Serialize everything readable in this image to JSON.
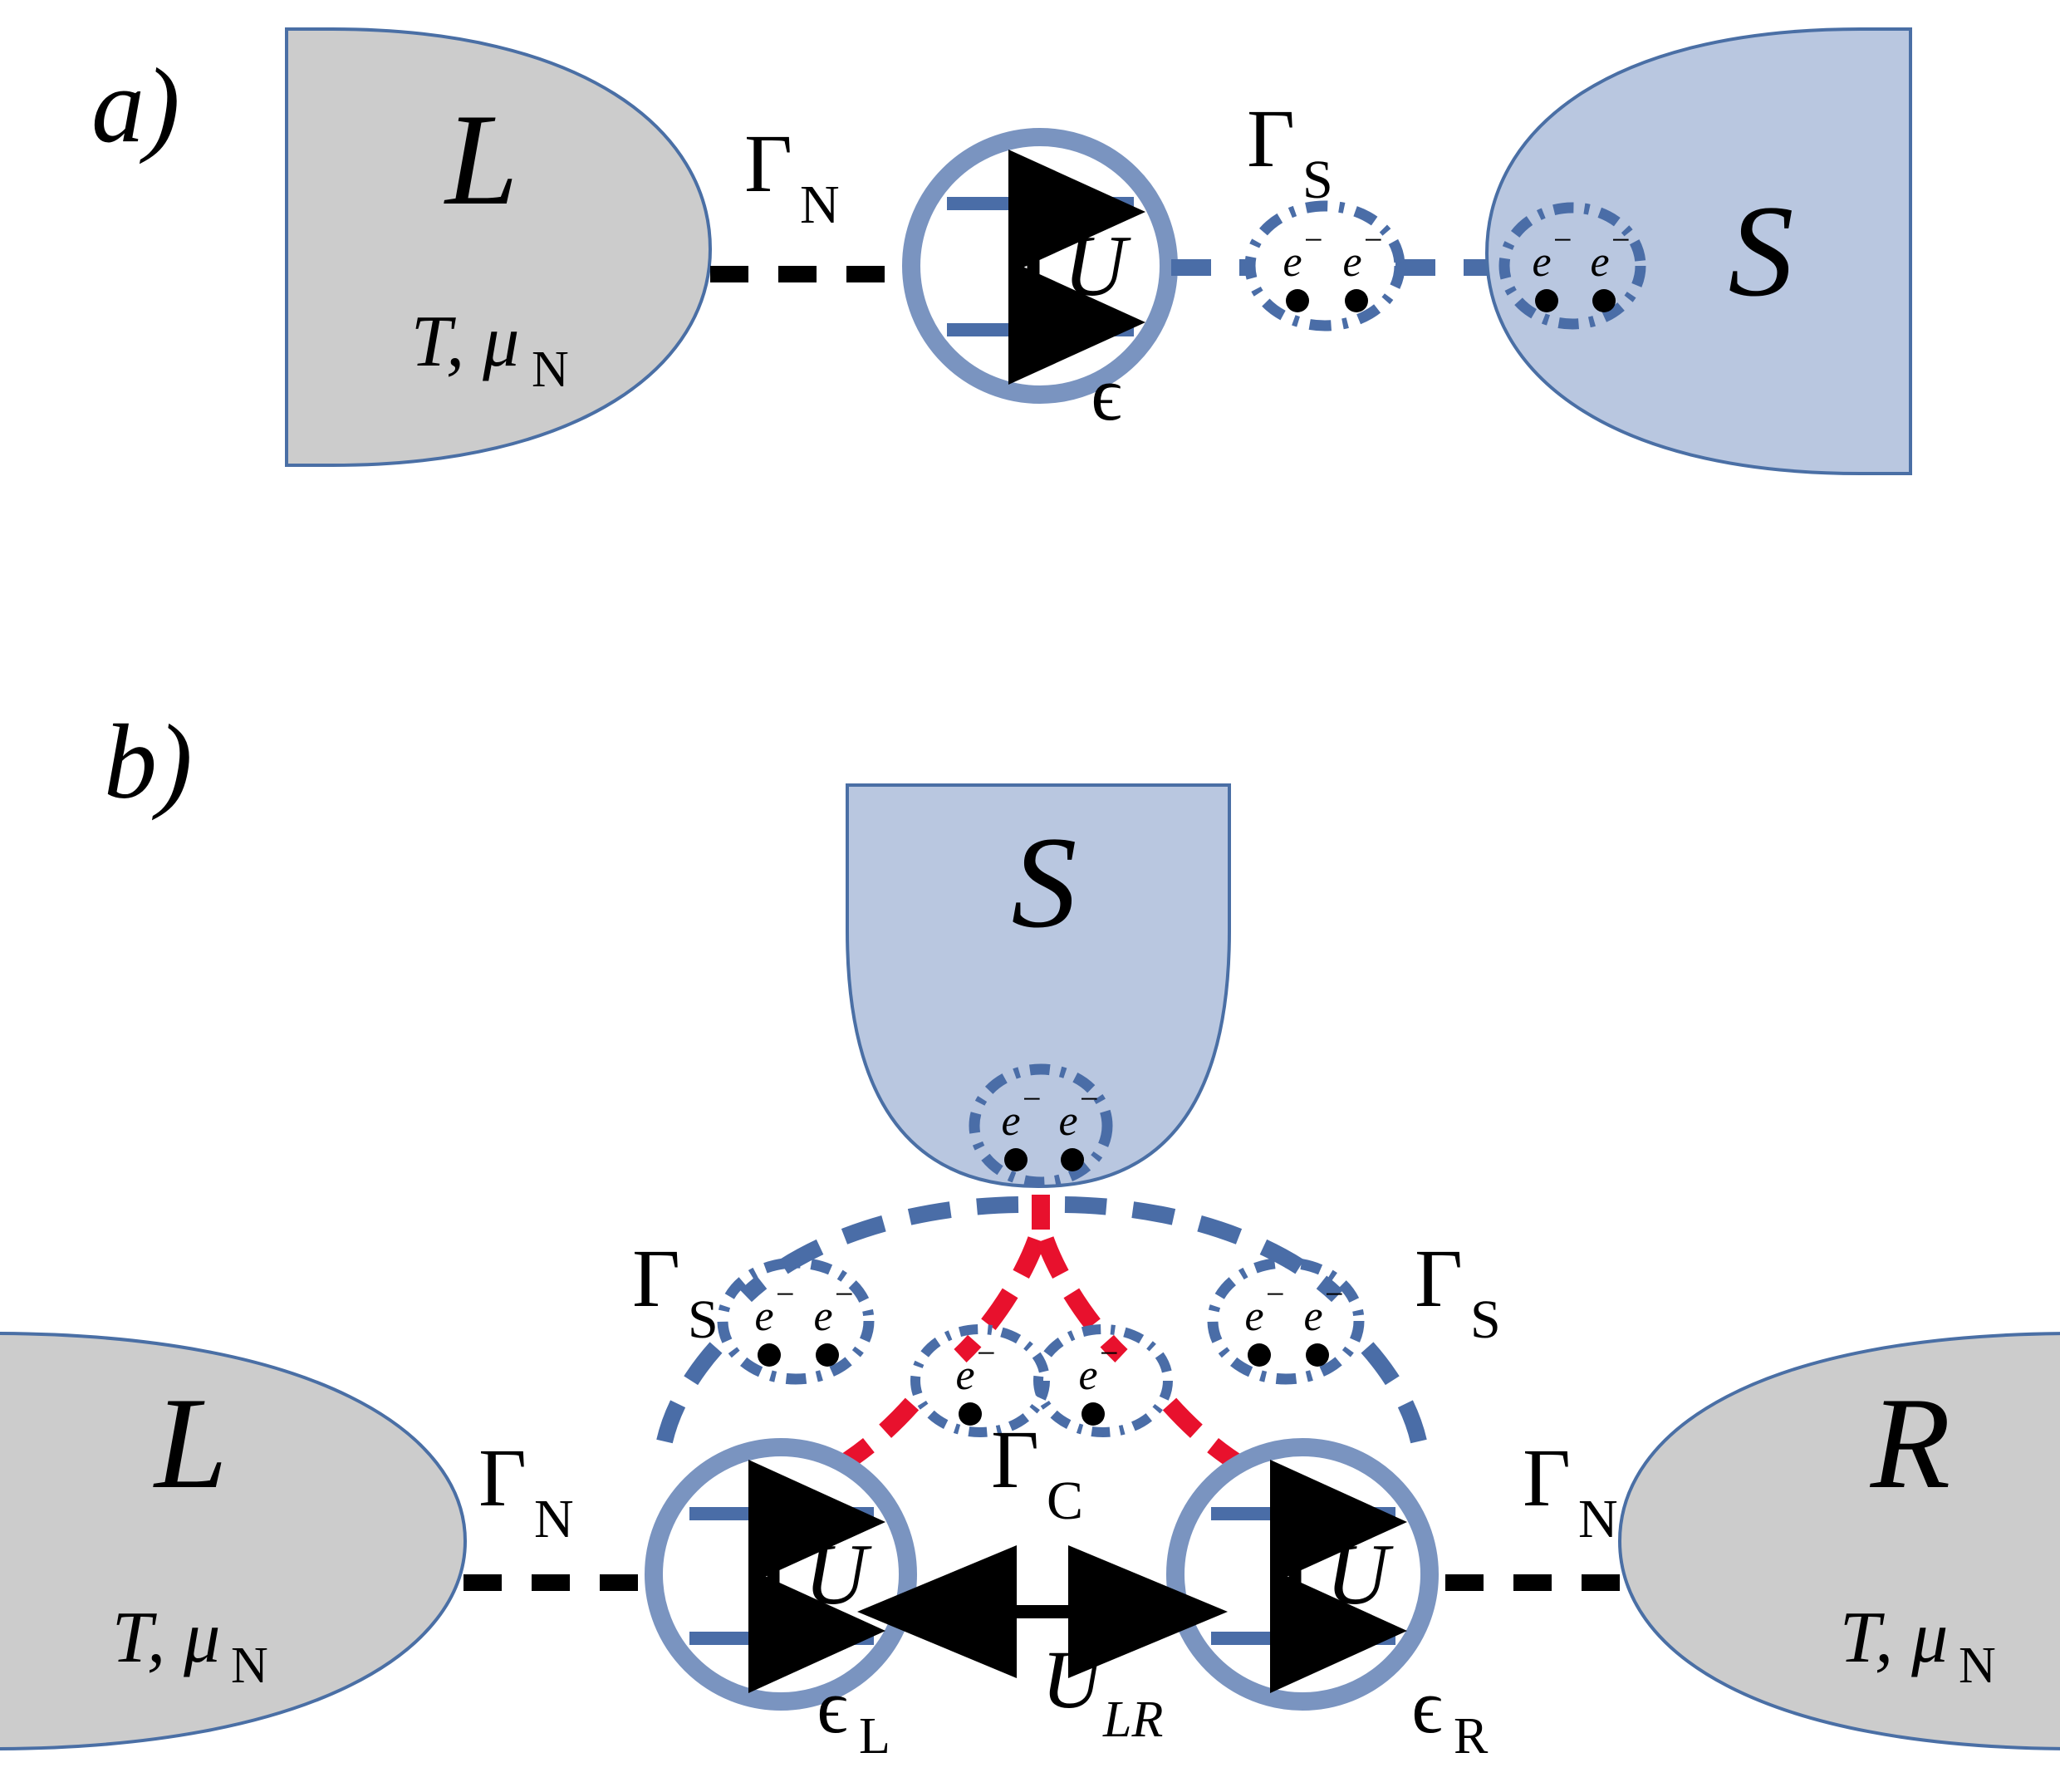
{
  "figure": {
    "title": "Quantum dot Cooper pair splitter schematics",
    "background_color": "#ffffff",
    "colors": {
      "normal_lead_fill": "#cccccc",
      "normal_lead_stroke": "#4a6fa5",
      "superconductor_fill": "#b9c7e0",
      "superconductor_stroke": "#4a6fa5",
      "dot_ring": "#7a94c0",
      "energy_level": "#4a6da7",
      "cooper_pair_ring": "#4a6da7",
      "normal_coupling_dash": "#000000",
      "super_coupling_dash": "#4a6da7",
      "crossed_coupling_dash": "#e8112d",
      "text": "#000000"
    }
  },
  "panel_a": {
    "label": "a)",
    "left_lead": {
      "letter": "L",
      "sub_label": "T, μ",
      "sub_label_sub": "N",
      "kind": "normal-metal-lead"
    },
    "coupling_normal": {
      "symbol": "Γ",
      "subscript": "N"
    },
    "quantum_dot": {
      "charging_energy_label": "U",
      "level_label": "ϵ",
      "level_sub": "",
      "levels": 2
    },
    "coupling_super": {
      "symbol": "Γ",
      "subscript": "S"
    },
    "cooper_pairs": [
      {
        "left_electron": "e",
        "left_sup": "−",
        "right_electron": "e",
        "right_sup": "−",
        "dots": 2
      },
      {
        "left_electron": "e",
        "left_sup": "−",
        "right_electron": "e",
        "right_sup": "−",
        "dots": 2
      }
    ],
    "right_lead": {
      "letter": "S",
      "kind": "superconducting-lead"
    }
  },
  "panel_b": {
    "label": "b)",
    "top_lead": {
      "letter": "S",
      "kind": "superconducting-lead"
    },
    "left_lead": {
      "letter": "L",
      "sub_label": "T, μ",
      "sub_label_sub": "N",
      "kind": "normal-metal-lead"
    },
    "right_lead": {
      "letter": "R",
      "sub_label": "T, μ",
      "sub_label_sub": "N",
      "kind": "normal-metal-lead"
    },
    "coupling_normal_left": {
      "symbol": "Γ",
      "subscript": "N"
    },
    "coupling_normal_right": {
      "symbol": "Γ",
      "subscript": "N"
    },
    "coupling_super_left": {
      "symbol": "Γ",
      "subscript": "S"
    },
    "coupling_super_right": {
      "symbol": "Γ",
      "subscript": "S"
    },
    "coupling_crossed": {
      "symbol": "Γ",
      "subscript": "C"
    },
    "left_dot": {
      "charging_energy_label": "U",
      "level_label": "ϵ",
      "level_sub": "L",
      "levels": 2
    },
    "right_dot": {
      "charging_energy_label": "U",
      "level_label": "ϵ",
      "level_sub": "R",
      "levels": 2
    },
    "interdot_interaction": {
      "label": "U",
      "subscript": "LR",
      "arrow": "double-headed"
    },
    "cooper_pairs": [
      {
        "location": "top-lead",
        "left_electron": "e",
        "left_sup": "−",
        "right_electron": "e",
        "right_sup": "−",
        "dots": 2
      },
      {
        "location": "left-branch",
        "left_electron": "e",
        "left_sup": "−",
        "right_electron": "e",
        "right_sup": "−",
        "dots": 2
      },
      {
        "location": "right-branch",
        "left_electron": "e",
        "left_sup": "−",
        "right_electron": "e",
        "right_sup": "−",
        "dots": 2
      }
    ],
    "single_electrons": [
      {
        "location": "crossed-left",
        "electron": "e",
        "sup": "−",
        "dots": 1
      },
      {
        "location": "crossed-right",
        "electron": "e",
        "sup": "−",
        "dots": 1
      }
    ]
  }
}
